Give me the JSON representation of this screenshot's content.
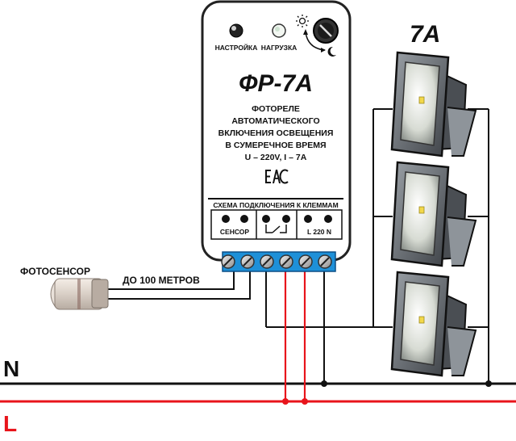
{
  "device": {
    "indicator_setup_label": "НАСТРОЙКА",
    "indicator_load_label": "НАГРУЗКА",
    "model": "ФР-7А",
    "description_lines": [
      "ФОТОРЕЛЕ",
      "АВТОМАТИЧЕСКОГО",
      "ВКЛЮЧЕНИЯ ОСВЕЩЕНИЯ",
      "В СУМЕРЕЧНОЕ ВРЕМЯ",
      "U – 220V, I – 7A"
    ],
    "cert_mark": "ЕАС",
    "scheme_title": "СХЕМА ПОДКЛЮЧЕНИЯ К КЛЕММАМ",
    "terminal_sensor_label": "СЕНСОР",
    "terminal_power_label": "L 220 N",
    "terminal_count": 6
  },
  "sensor": {
    "label": "ФОТОСЕНСОР",
    "distance_label": "ДО 100 МЕТРОВ"
  },
  "load": {
    "rating_label": "7А",
    "floodlight_count": 3
  },
  "lines": {
    "neutral_label": "N",
    "phase_label": "L",
    "neutral_color": "#111111",
    "phase_color": "#e8141b"
  },
  "icons": {
    "sun": "sun-icon",
    "moon": "moon-icon",
    "knob": "adjust-knob-icon",
    "relay": "relay-contact-icon",
    "cert": "eac-mark-icon"
  }
}
